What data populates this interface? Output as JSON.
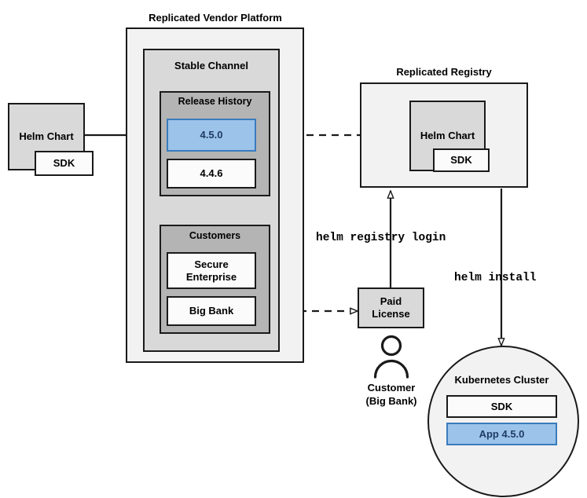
{
  "diagram": {
    "title_vendor_platform": "Replicated Vendor Platform",
    "title_registry": "Replicated Registry",
    "title_stable_channel": "Stable Channel",
    "title_release_history": "Release History",
    "title_customers": "Customers"
  },
  "source_chart": {
    "name": "Helm Chart",
    "sdk": "SDK"
  },
  "release_history": {
    "versions": [
      {
        "label": "4.5.0",
        "highlighted": true
      },
      {
        "label": "4.4.6",
        "highlighted": false
      }
    ]
  },
  "customers": {
    "items": [
      {
        "label": "Secure\nEnterprise"
      },
      {
        "label": "Big Bank"
      }
    ]
  },
  "registry": {
    "chart_name": "Helm Chart",
    "sdk": "SDK"
  },
  "license": {
    "label": "Paid\nLicense"
  },
  "customer_actor": {
    "line1": "Customer",
    "line2": "(Big Bank)",
    "icon": "person-icon"
  },
  "commands": {
    "registry_login": "helm registry login",
    "install": "helm install"
  },
  "cluster": {
    "title": "Kubernetes Cluster",
    "components": [
      {
        "label": "SDK",
        "highlighted": false
      },
      {
        "label": "App 4.5.0",
        "highlighted": true
      }
    ]
  },
  "colors": {
    "accent_blue_fill": "#9cc3e9",
    "accent_blue_border": "#3a7cbe",
    "accent_blue_text": "#1f3c63",
    "stroke": "#1a1a1a",
    "fill_lightest": "#f2f2f2",
    "fill_light": "#d9d9d9",
    "fill_mid": "#b4b4b4",
    "fill_white": "#fbfbfb"
  }
}
